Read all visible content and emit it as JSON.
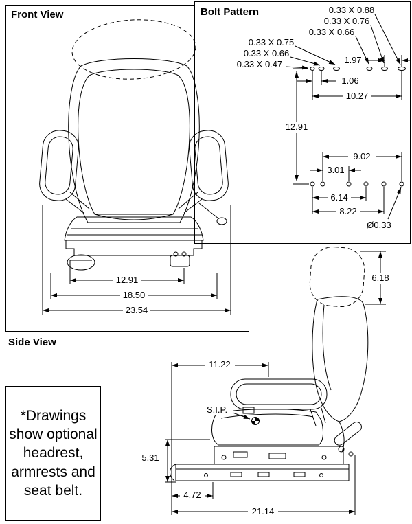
{
  "colors": {
    "line": "#000000",
    "background": "#ffffff"
  },
  "front_view": {
    "title": "Front View",
    "dim_inner": "12.91",
    "dim_mid": "18.50",
    "dim_outer": "23.54"
  },
  "bolt_pattern": {
    "title": "Bolt Pattern",
    "slots": [
      "0.33 X 0.88",
      "0.33 X 0.76",
      "0.33 X 0.66",
      "0.33 X 0.75",
      "0.33 X 0.66",
      "0.33 X 0.47"
    ],
    "dim_197": "1.97",
    "dim_106": "1.06",
    "dim_1027": "10.27",
    "dim_1291": "12.91",
    "dim_902": "9.02",
    "dim_301": "3.01",
    "dim_614": "6.14",
    "dim_822": "8.22",
    "hole_dia": "Ø0.33"
  },
  "side_view": {
    "title": "Side View",
    "dim_618": "6.18",
    "dim_1122": "11.22",
    "sip": "S.I.P.",
    "dim_531": "5.31",
    "dim_472": "4.72",
    "dim_2114": "21.14"
  },
  "note": "*Drawings show optional headrest, armrests and seat belt."
}
